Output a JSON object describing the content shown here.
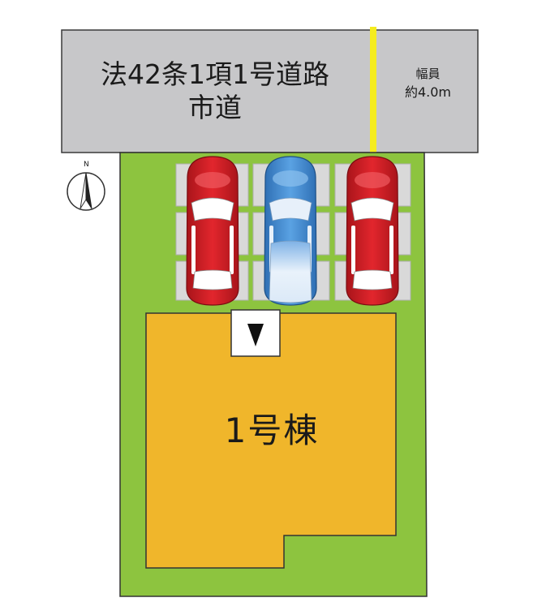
{
  "road": {
    "name": "法42条1項1号道路",
    "type": "市道",
    "width_label": "幅員",
    "width_value": "約4.0m",
    "color": "#c7c7c9"
  },
  "lot": {
    "color": "#8dc43f"
  },
  "building": {
    "label": "1号棟",
    "color": "#f0b62b"
  },
  "parking": {
    "spaces": 3,
    "cars": [
      {
        "color": "#d61f26"
      },
      {
        "color": "#4d93d8"
      },
      {
        "color": "#d61f26"
      }
    ]
  },
  "compass": {
    "label": "N",
    "icon": "north-compass-icon"
  },
  "entrance": {
    "icon": "down-triangle-icon"
  },
  "colors": {
    "boundary": "#f5ec1e",
    "outline": "#333333"
  }
}
